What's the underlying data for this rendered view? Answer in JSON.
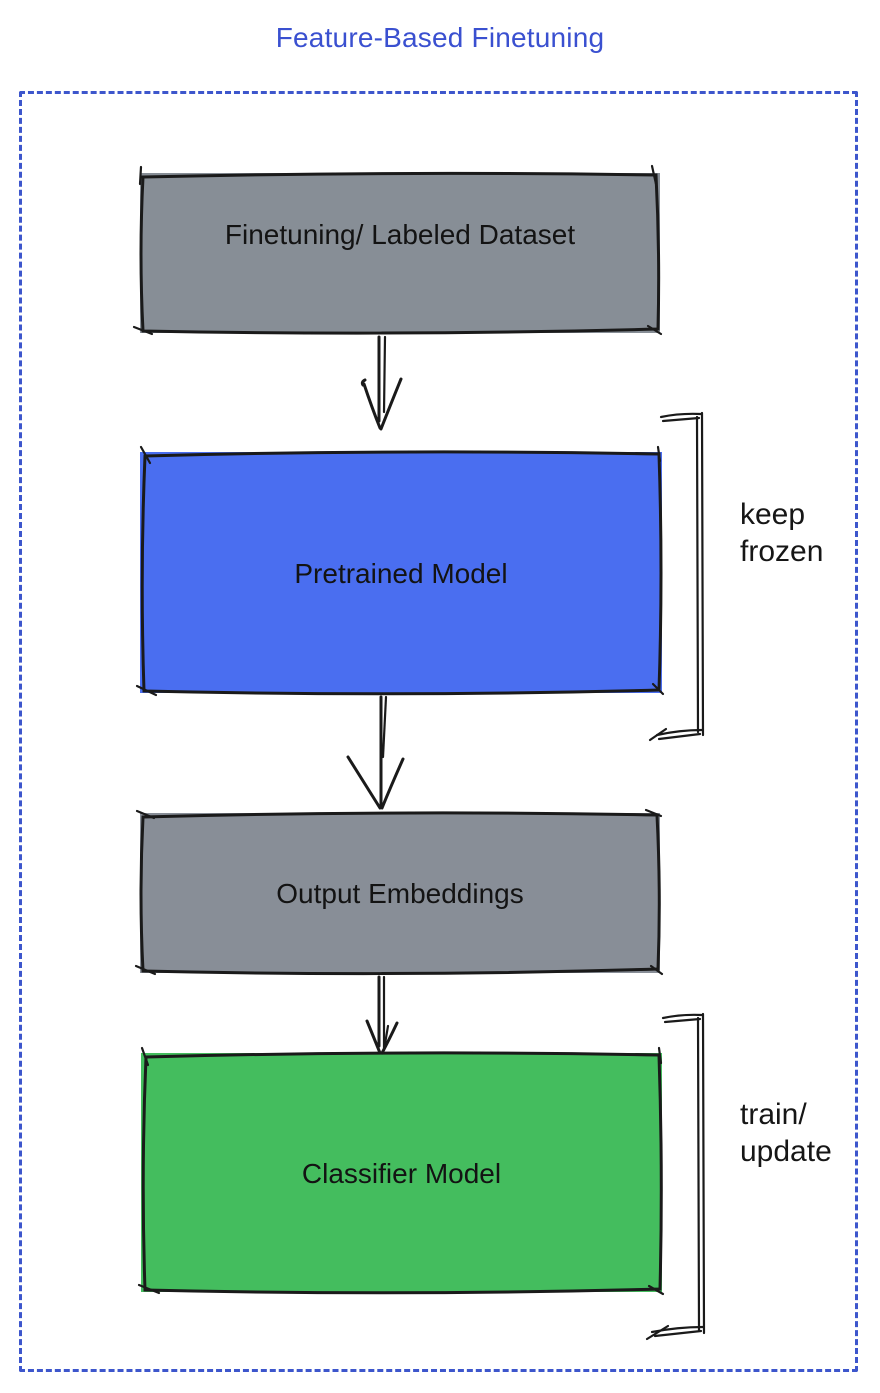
{
  "diagram": {
    "title": "Feature-Based Finetuning",
    "title_color": "#3A50D0",
    "frame_border_color": "#3D56CC",
    "stroke_color": "#1a1a1a",
    "nodes": [
      {
        "label": "Finetuning/ Labeled Dataset",
        "fill": "#878E96"
      },
      {
        "label": "Pretrained Model",
        "fill": "#4A6EF0"
      },
      {
        "label": "Output Embeddings",
        "fill": "#888E97"
      },
      {
        "label": "Classifier Model",
        "fill": "#44BD5E"
      }
    ],
    "arrows": [
      {
        "from": "Finetuning/ Labeled Dataset",
        "to": "Pretrained Model"
      },
      {
        "from": "Pretrained Model",
        "to": "Output Embeddings"
      },
      {
        "from": "Output Embeddings",
        "to": "Classifier Model"
      }
    ],
    "side_labels": [
      {
        "line1": "keep",
        "line2": "frozen",
        "beside": "Pretrained Model"
      },
      {
        "line1": "train/",
        "line2": "update",
        "beside": "Classifier Model"
      }
    ]
  }
}
